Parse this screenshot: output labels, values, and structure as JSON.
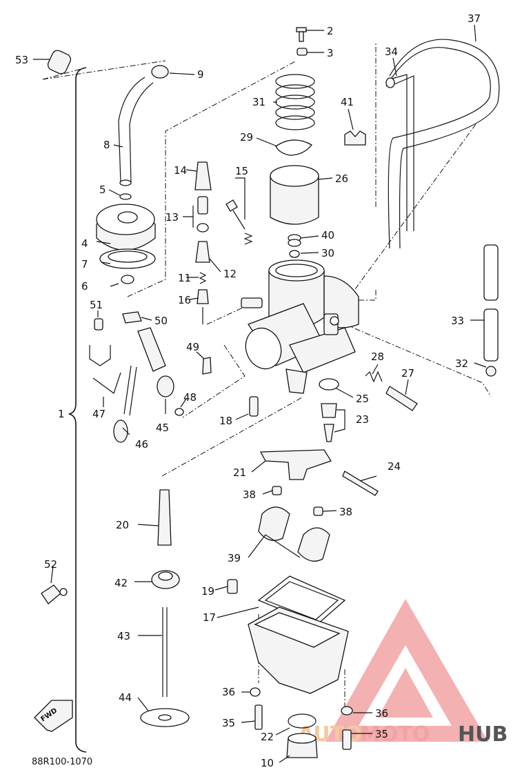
{
  "diagram_code": "88R100-1070",
  "assembly_label": "1",
  "direction_label": "FWD",
  "watermark": {
    "part1": "AUTO",
    "part2": "MOTO",
    "part3": "HUB",
    "colors": {
      "primary": "#f0a8a8",
      "secondary": "#f3c9a0",
      "dark": "#555555"
    }
  },
  "callouts": {
    "c2": "2",
    "c3": "3",
    "c37": "37",
    "c34": "34",
    "c53": "53",
    "c9": "9",
    "c31": "31",
    "c41": "41",
    "c29": "29",
    "c8": "8",
    "c14": "14",
    "c15": "15",
    "c26": "26",
    "c5": "5",
    "c13": "13",
    "c40": "40",
    "c4": "4",
    "c30": "30",
    "c7": "7",
    "c12": "12",
    "c6": "6",
    "c11": "11",
    "c16": "16",
    "c33": "33",
    "c51": "51",
    "c50": "50",
    "c49": "49",
    "c28": "28",
    "c32": "32",
    "c27": "27",
    "c48": "48",
    "c25": "25",
    "c47": "47",
    "c18": "18",
    "c23": "23",
    "c45": "45",
    "c46": "46",
    "c21": "21",
    "c24": "24",
    "c38a": "38",
    "c38b": "38",
    "c20": "20",
    "c39": "39",
    "c52": "52",
    "c42": "42",
    "c19": "19",
    "c17": "17",
    "c43": "43",
    "c36a": "36",
    "c44": "44",
    "c36b": "36",
    "c35a": "35",
    "c22": "22",
    "c35b": "35",
    "c10": "10"
  }
}
